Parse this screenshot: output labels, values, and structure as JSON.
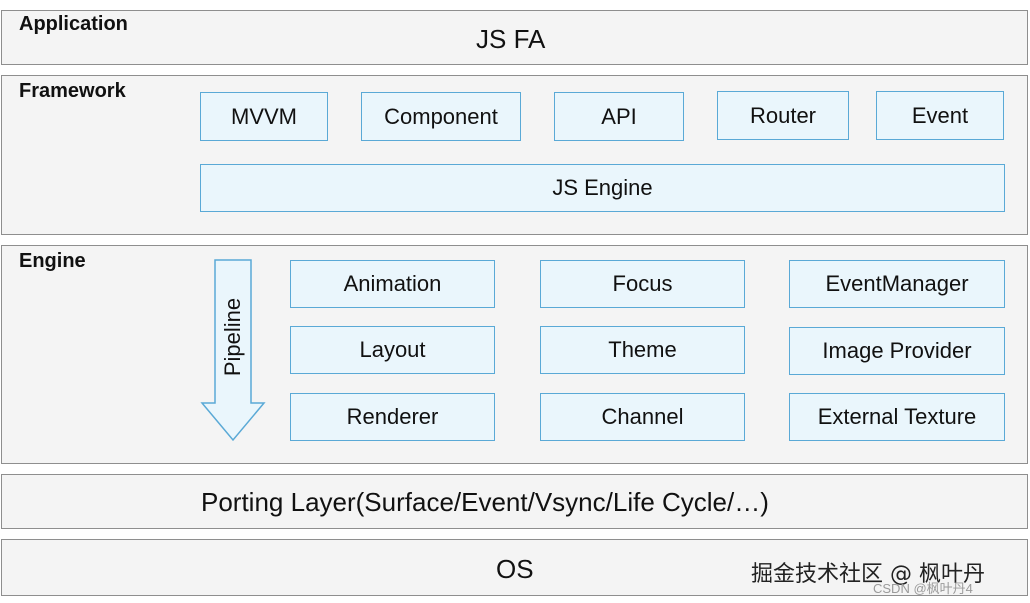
{
  "application": {
    "title": "Application",
    "content": "JS FA"
  },
  "framework": {
    "title": "Framework",
    "modules": [
      "MVVM",
      "Component",
      "API",
      "Router",
      "Event"
    ],
    "engine_bar": "JS Engine"
  },
  "engine": {
    "title": "Engine",
    "pipeline_label": "Pipeline",
    "modules": [
      "Animation",
      "Focus",
      "EventManager",
      "Layout",
      "Theme",
      "Image Provider",
      "Renderer",
      "Channel",
      "External Texture"
    ]
  },
  "porting_layer": {
    "content": "Porting Layer(Surface/Event/Vsync/Life Cycle/…)"
  },
  "os": {
    "content": "OS"
  },
  "watermark": {
    "main": "掘金技术社区 @ 枫叶丹",
    "sub": "CSDN @枫叶丹4"
  },
  "colors": {
    "box_fill": "#eaf6fc",
    "box_border": "#5aa9d6",
    "layer_fill": "#f4f4f4",
    "layer_border": "#8e8e8e"
  }
}
